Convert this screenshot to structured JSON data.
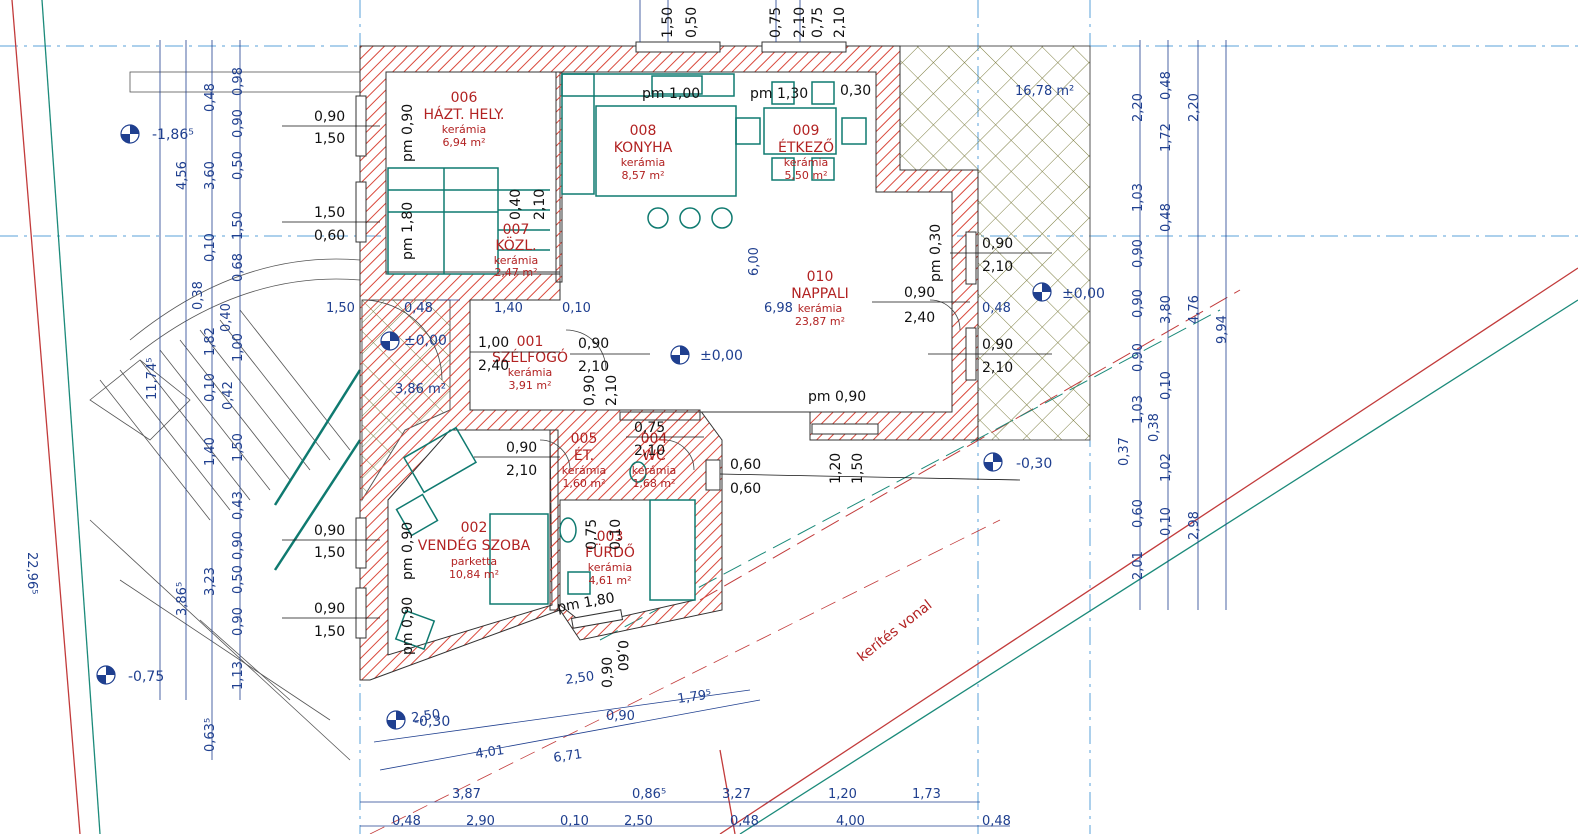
{
  "colors": {
    "wall_hatch": "#d9483b",
    "room_text": "#b22222",
    "dimension": "#1f3f8f",
    "furniture": "#0f7a70",
    "terrace": "#7c7d40",
    "fence": "#9b1c1c",
    "axis": "#5aa1d9"
  },
  "rooms": [
    {
      "code": "006",
      "name": "HÁZT. HELY.",
      "material": "kerámia",
      "area": "6,94 m²"
    },
    {
      "code": "007",
      "name": "KÖZL.",
      "material": "kerámia",
      "area": "2,47 m²"
    },
    {
      "code": "008",
      "name": "KONYHA",
      "material": "kerámia",
      "area": "8,57 m²"
    },
    {
      "code": "009",
      "name": "ÉTKEZŐ",
      "material": "kerámia",
      "area": "5,50 m²"
    },
    {
      "code": "010",
      "name": "NAPPALI",
      "material": "kerámia",
      "area": "23,87 m²"
    },
    {
      "code": "001",
      "name": "SZÉLFOGÓ",
      "material": "kerámia",
      "area": "3,91 m²"
    },
    {
      "code": "005",
      "name": "ÉT.",
      "material": "kerámia",
      "area": "1,60 m²"
    },
    {
      "code": "004",
      "name": "WC",
      "material": "kerámia",
      "area": "1,68 m²"
    },
    {
      "code": "002",
      "name": "VENDÉG SZOBA",
      "material": "parketta",
      "area": "10,84 m²"
    },
    {
      "code": "003",
      "name": "FÜRDŐ",
      "material": "kerámia",
      "area": "4,61 m²"
    }
  ],
  "areas": {
    "terrace_east": "16,78 m²",
    "terrace_entry": "3,86 m²"
  },
  "levels": [
    {
      "label": "-1,86⁵"
    },
    {
      "label": "±0,00"
    },
    {
      "label": "±0,00"
    },
    {
      "label": "±0,00"
    },
    {
      "label": "-0,30"
    },
    {
      "label": "-0,30"
    },
    {
      "label": "-0,75"
    }
  ],
  "openings": [
    {
      "top": "0,90",
      "bottom": "1,50"
    },
    {
      "top": "1,50",
      "bottom": "0,60"
    },
    {
      "top": "1,00",
      "bottom": "2,40"
    },
    {
      "top": "0,90",
      "bottom": "2,10"
    },
    {
      "top": "0,90",
      "bottom": "2,10"
    },
    {
      "top": "0,75",
      "bottom": "2,10"
    },
    {
      "top": "0,60",
      "bottom": "0,60"
    },
    {
      "top": "0,90",
      "bottom": "1,50"
    },
    {
      "top": "0,90",
      "bottom": "1,50"
    },
    {
      "top": "0,90",
      "bottom": "2,10"
    },
    {
      "top": "0,90",
      "bottom": "2,40"
    },
    {
      "top": "0,90",
      "bottom": "2,10"
    }
  ],
  "parapets": [
    "pm 0,90",
    "pm 1,80",
    "pm 1,00",
    "pm 1,30",
    "pm 0,90",
    "pm 0,90",
    "pm 1,80",
    "pm 0,30",
    "pm 0,90"
  ],
  "dimensions_top": [
    "1,50",
    "0,50",
    "0,75",
    "2,10",
    "0,75",
    "2,10"
  ],
  "dimensions_bottom_row1": [
    "3,87",
    "0,86⁵",
    "3,27",
    "1,20",
    "1,73"
  ],
  "dimensions_bottom_row2": [
    "0,48",
    "2,90",
    "0,10",
    "2,50",
    "0,48",
    "4,00",
    "0,48"
  ],
  "dimensions_left": [
    "0,98",
    "0,48",
    "0,90",
    "0,50",
    "3,60",
    "4,56",
    "1,50",
    "0,10",
    "0,68",
    "0,38",
    "1,82",
    "0,40",
    "1,00",
    "0,42",
    "0,10",
    "1,40",
    "1,50",
    "0,43",
    "0,90",
    "0,50",
    "3,23",
    "0,90",
    "1,13",
    "3,86⁵",
    "0,63⁵",
    "11,74⁵",
    "22,96⁵"
  ],
  "dimensions_right": [
    "2,20",
    "0,48",
    "1,72",
    "2,20",
    "1,03",
    "0,48",
    "0,90",
    "0,90",
    "3,80",
    "0,90",
    "4,76",
    "9,94",
    "0,10",
    "1,03",
    "0,38",
    "0,37",
    "1,02",
    "0,60",
    "0,10",
    "2,01",
    "2,98"
  ],
  "dimensions_interior": [
    "1,50",
    "0,48",
    "1,40",
    "0,10",
    "6,98",
    "0,48",
    "6,00",
    "2,10",
    "0,40",
    "0,90",
    "2,10",
    "1,20",
    "1,50",
    "0,75",
    "0,10"
  ],
  "dimensions_diagonal": [
    "2,50",
    "2,50",
    "0,90",
    "1,79⁵",
    "4,01",
    "6,71",
    "0,30",
    "0,90",
    "0,60"
  ],
  "notes": {
    "fence_line": "kerítés vonal"
  }
}
